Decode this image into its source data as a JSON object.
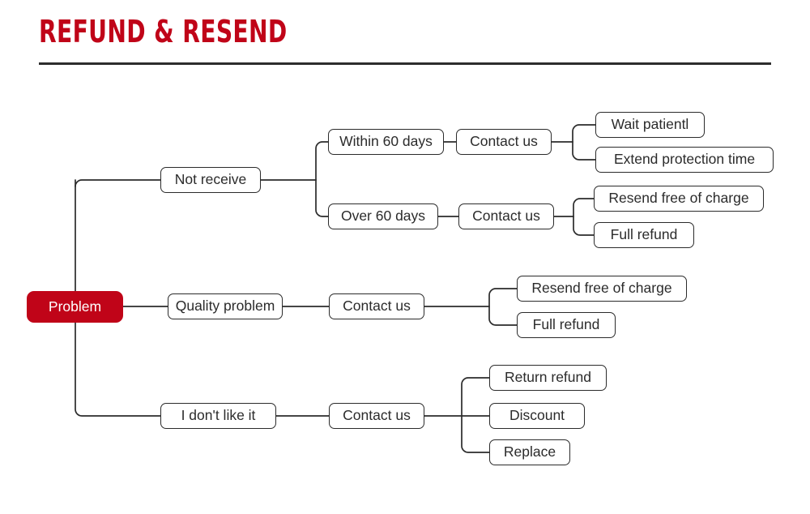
{
  "header": {
    "title": "REFUND & RESEND",
    "accent_color": "#C00418",
    "rule_color": "#2D2D2D"
  },
  "diagram": {
    "type": "mind-map",
    "orientation": "left-to-right",
    "root": {
      "label": "Problem",
      "fill": "#C00418",
      "text_color": "#ffffff"
    },
    "node_style": {
      "fill": "#ffffff",
      "border_color": "#2B2B2B",
      "text_color": "#2B2B2B"
    },
    "nodes": {
      "root": "Problem",
      "l1_not_receive": "Not receive",
      "l1_quality_problem": "Quality problem",
      "l1_dont_like": "I don't like it",
      "l2_within_60": "Within 60 days",
      "l2_over_60": "Over 60 days",
      "l2_contact_quality": "Contact us",
      "l2_contact_dislike": "Contact us",
      "l3_contact_within": "Contact us",
      "l3_contact_over": "Contact us",
      "l4_wait": "Wait patientl",
      "l4_extend": "Extend protection time",
      "l4_resend_free": "Resend free of charge",
      "l4_full_refund": "Full refund",
      "l3_resend_free": "Resend free of charge",
      "l3_full_refund": "Full refund",
      "l3_return_refund": "Return refund",
      "l3_discount": "Discount",
      "l3_replace": "Replace"
    },
    "branches": [
      {
        "label": "Not receive",
        "children": [
          {
            "label": "Within 60 days",
            "children": [
              {
                "label": "Contact us",
                "children": [
                  {
                    "label": "Wait patientl"
                  },
                  {
                    "label": "Extend protection time"
                  }
                ]
              }
            ]
          },
          {
            "label": "Over 60 days",
            "children": [
              {
                "label": "Contact us",
                "children": [
                  {
                    "label": "Resend free of charge"
                  },
                  {
                    "label": "Full refund"
                  }
                ]
              }
            ]
          }
        ]
      },
      {
        "label": "Quality problem",
        "children": [
          {
            "label": "Contact us",
            "children": [
              {
                "label": "Resend free of charge"
              },
              {
                "label": "Full refund"
              }
            ]
          }
        ]
      },
      {
        "label": "I don't like it",
        "children": [
          {
            "label": "Contact us",
            "children": [
              {
                "label": "Return refund"
              },
              {
                "label": "Discount"
              },
              {
                "label": "Replace"
              }
            ]
          }
        ]
      }
    ]
  }
}
